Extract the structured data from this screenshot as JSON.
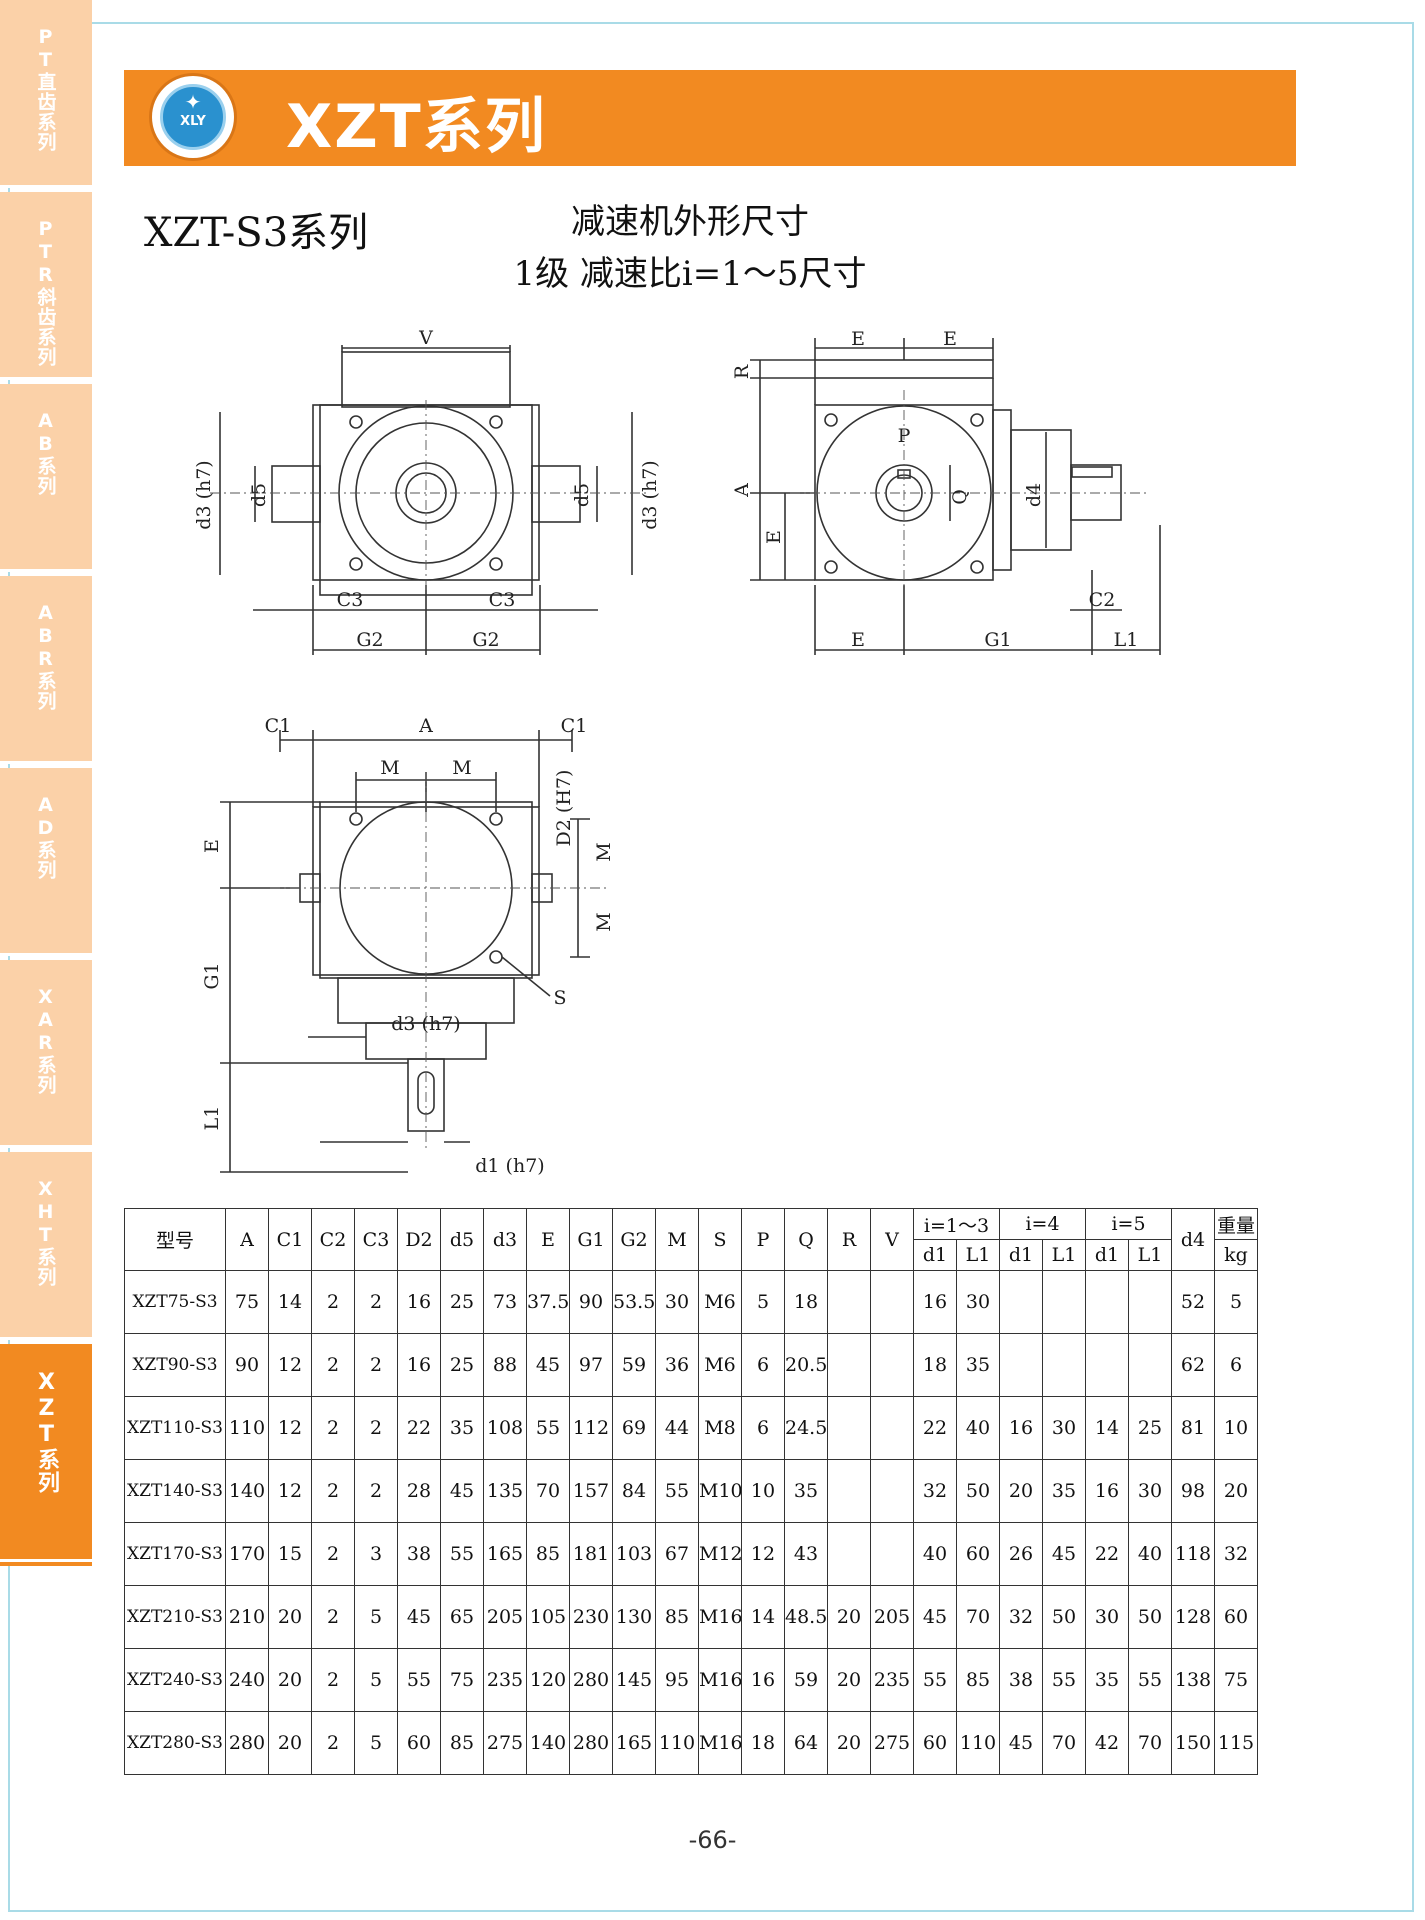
{
  "sidebar": {
    "tabs": [
      {
        "label": "PT直齿系列",
        "active": false
      },
      {
        "label": "PTR斜齿系列",
        "active": false
      },
      {
        "label": "AB系列",
        "active": false
      },
      {
        "label": "ABR系列",
        "active": false
      },
      {
        "label": "AD系列",
        "active": false
      },
      {
        "label": "XAR系列",
        "active": false
      },
      {
        "label": "XHT系列",
        "active": false
      },
      {
        "label": "XZT系列",
        "active": true
      }
    ]
  },
  "header": {
    "logo_text": "XLY",
    "title": "XZT系列",
    "brand_color": "#f28a21"
  },
  "series_title": "XZT-S3系列",
  "dimension_title": {
    "line1": "减速机外形尺寸",
    "line2": "1级 减速比i=1～5尺寸"
  },
  "drawings": {
    "front": {
      "V": "V",
      "d3": "d3 (h7)",
      "d5": "d5",
      "C3": "C3",
      "G2": "G2"
    },
    "side": {
      "E": "E",
      "R": "R",
      "A": "A",
      "P": "P",
      "Q": "Q",
      "d4": "d4",
      "C2": "C2",
      "G1": "G1",
      "L1": "L1"
    },
    "top": {
      "C1": "C1",
      "A": "A",
      "M": "M",
      "D2": "D2 (H7)",
      "E": "E",
      "G1": "G1",
      "S": "S",
      "d3": "d3 (h7)",
      "L1": "L1",
      "d1": "d1 (h7)"
    }
  },
  "table": {
    "headers": {
      "model": "型号",
      "cols": [
        "A",
        "C1",
        "C2",
        "C3",
        "D2",
        "d5",
        "d3",
        "E",
        "G1",
        "G2",
        "M",
        "S",
        "P",
        "Q",
        "R",
        "V"
      ],
      "group1": "i=1～3",
      "group2": "i=4",
      "group3": "i=5",
      "d1": "d1",
      "L1": "L1",
      "d4": "d4",
      "weight": "重量",
      "weight_unit": "kg"
    },
    "rows": [
      [
        "XZT75-S3",
        "75",
        "14",
        "2",
        "2",
        "16",
        "25",
        "73",
        "37.5",
        "90",
        "53.5",
        "30",
        "M6",
        "5",
        "18",
        "",
        "",
        "16",
        "30",
        "",
        "",
        "",
        "",
        "52",
        "5"
      ],
      [
        "XZT90-S3",
        "90",
        "12",
        "2",
        "2",
        "16",
        "25",
        "88",
        "45",
        "97",
        "59",
        "36",
        "M6",
        "6",
        "20.5",
        "",
        "",
        "18",
        "35",
        "",
        "",
        "",
        "",
        "62",
        "6"
      ],
      [
        "XZT110-S3",
        "110",
        "12",
        "2",
        "2",
        "22",
        "35",
        "108",
        "55",
        "112",
        "69",
        "44",
        "M8",
        "6",
        "24.5",
        "",
        "",
        "22",
        "40",
        "16",
        "30",
        "14",
        "25",
        "81",
        "10"
      ],
      [
        "XZT140-S3",
        "140",
        "12",
        "2",
        "2",
        "28",
        "45",
        "135",
        "70",
        "157",
        "84",
        "55",
        "M10",
        "10",
        "35",
        "",
        "",
        "32",
        "50",
        "20",
        "35",
        "16",
        "30",
        "98",
        "20"
      ],
      [
        "XZT170-S3",
        "170",
        "15",
        "2",
        "3",
        "38",
        "55",
        "165",
        "85",
        "181",
        "103",
        "67",
        "M12",
        "12",
        "43",
        "",
        "",
        "40",
        "60",
        "26",
        "45",
        "22",
        "40",
        "118",
        "32"
      ],
      [
        "XZT210-S3",
        "210",
        "20",
        "2",
        "5",
        "45",
        "65",
        "205",
        "105",
        "230",
        "130",
        "85",
        "M16",
        "14",
        "48.5",
        "20",
        "205",
        "45",
        "70",
        "32",
        "50",
        "30",
        "50",
        "128",
        "60"
      ],
      [
        "XZT240-S3",
        "240",
        "20",
        "2",
        "5",
        "55",
        "75",
        "235",
        "120",
        "280",
        "145",
        "95",
        "M16",
        "16",
        "59",
        "20",
        "235",
        "55",
        "85",
        "38",
        "55",
        "35",
        "55",
        "138",
        "75"
      ],
      [
        "XZT280-S3",
        "280",
        "20",
        "2",
        "5",
        "60",
        "85",
        "275",
        "140",
        "280",
        "165",
        "110",
        "M16",
        "18",
        "64",
        "20",
        "275",
        "60",
        "110",
        "45",
        "70",
        "42",
        "70",
        "150",
        "115"
      ]
    ]
  },
  "page_number": "-66-"
}
